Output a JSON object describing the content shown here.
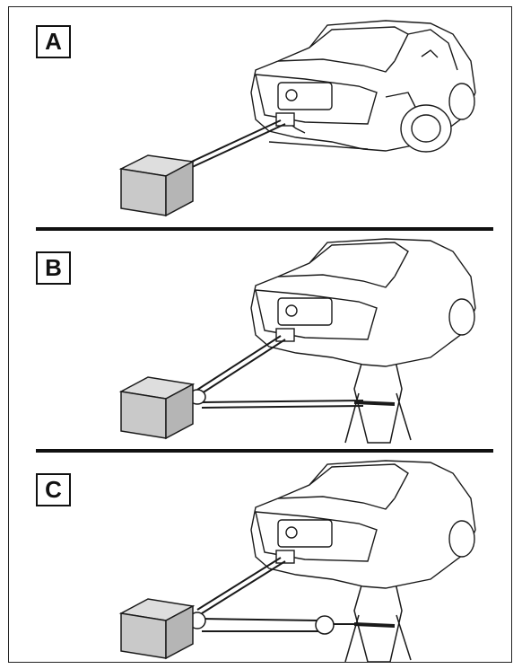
{
  "panels": [
    {
      "label": "A"
    },
    {
      "label": "B"
    },
    {
      "label": "C"
    }
  ],
  "colors": {
    "line": "#1a1a1a",
    "weight_box_front": "#c9c9c9",
    "weight_box_top": "#dedede",
    "weight_box_side": "#b5b5b5",
    "tree": "#ffffff"
  },
  "icons": [
    "suv-icon",
    "anchor-weight-icon",
    "tree-icon",
    "snatch-block-icon",
    "tow-strap-icon"
  ]
}
